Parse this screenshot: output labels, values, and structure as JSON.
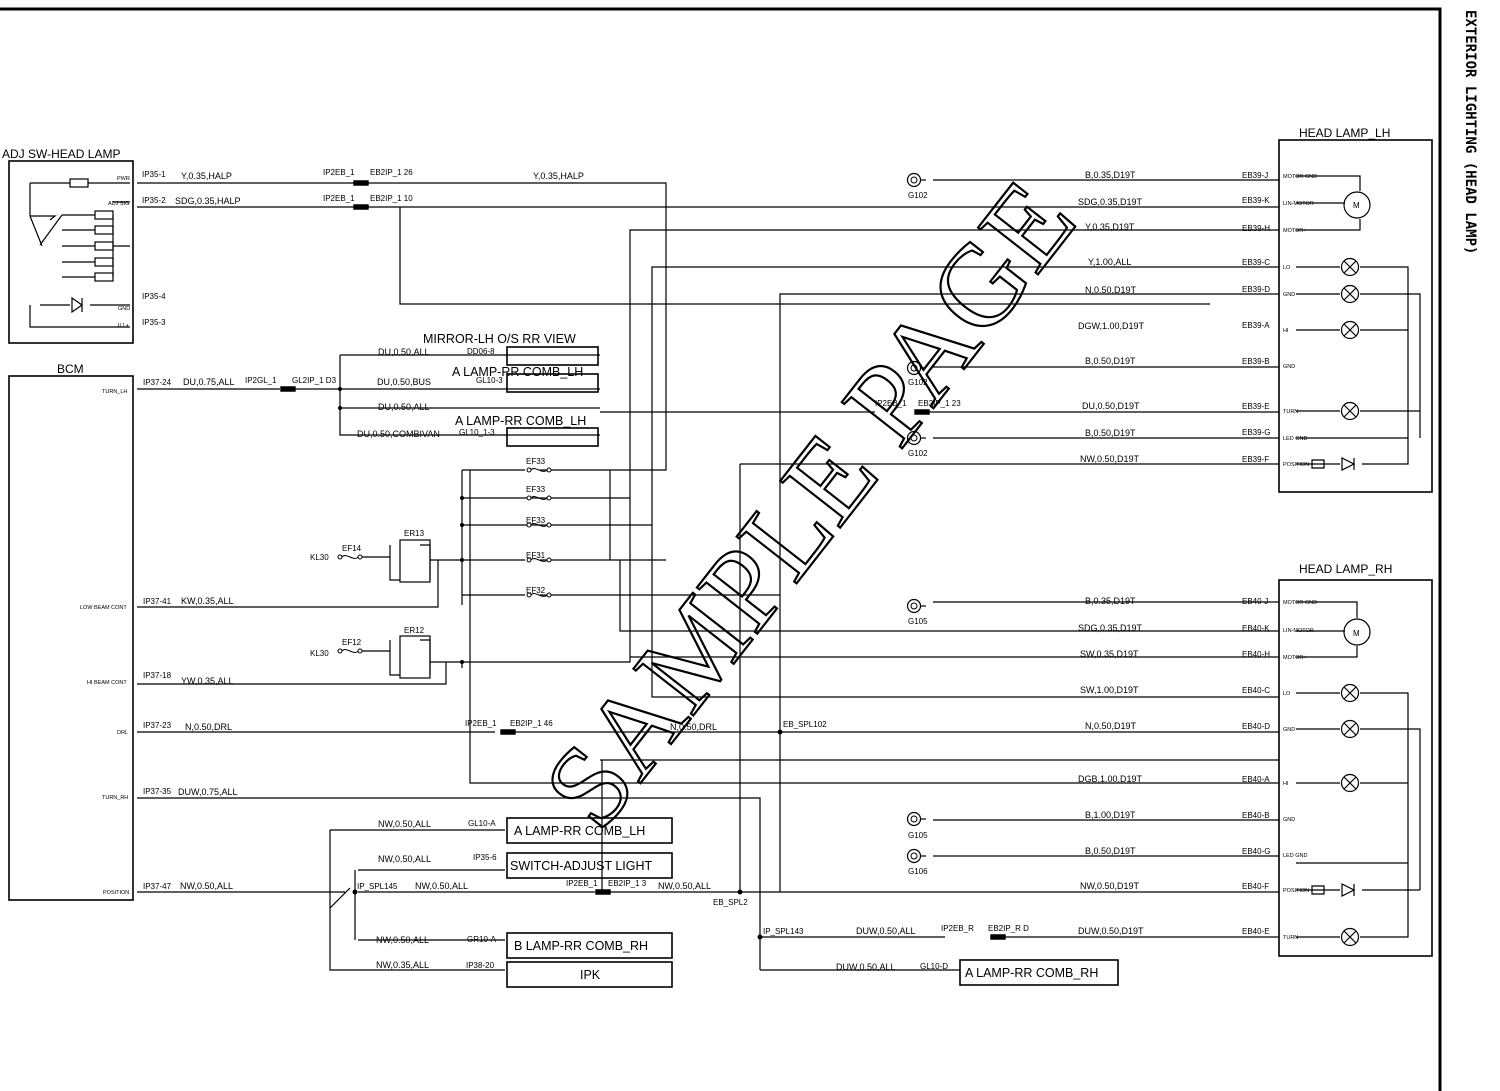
{
  "side_title": "EXTERIOR LIGHTING (HEAD LAMP)",
  "watermark": "SAMPLE PAGE",
  "components": {
    "adj_sw": {
      "title": "ADJ SW-HEAD LAMP",
      "pins": [
        "PWR",
        "ADJ SIG",
        "GND",
        "ILL+"
      ],
      "connectors": [
        "IP35-1",
        "IP35-2",
        "IP35-4",
        "IP35-3"
      ]
    },
    "bcm": {
      "title": "BCM",
      "pins": [
        "TURN_LH",
        "LOW BEAM CONT",
        "HI BEAM CONT",
        "DRL",
        "TURN_RH",
        "POSITION"
      ],
      "connectors": [
        "IP37-24",
        "IP37-41",
        "IP37-18",
        "IP37-23",
        "IP37-35",
        "IP37-47"
      ]
    },
    "head_lh": {
      "title": "HEAD LAMP_LH",
      "pins": [
        "MOTOR GND",
        "LIN-MOTOR",
        "MOTOR+",
        "LO",
        "GND",
        "HI",
        "GND",
        "TURN",
        "LED GND",
        "POSITION"
      ],
      "connectors": [
        "EB39-J",
        "EB39-K",
        "EB39-H",
        "EB39-C",
        "EB39-D",
        "EB39-A",
        "EB39-B",
        "EB39-E",
        "EB39-G",
        "EB39-F"
      ]
    },
    "head_rh": {
      "title": "HEAD LAMP_RH",
      "pins": [
        "MOTOR GND",
        "LIN-MOTOR",
        "MOTOR+",
        "LO",
        "GND",
        "HI",
        "GND",
        "LED GND",
        "POSITION",
        "TURN"
      ],
      "connectors": [
        "EB40-J",
        "EB40-K",
        "EB40-H",
        "EB40-C",
        "EB40-D",
        "EB40-A",
        "EB40-B",
        "EB40-G",
        "EB40-F",
        "EB40-E"
      ]
    },
    "motor_symbol": "M"
  },
  "boxes": {
    "mirror_title": "MIRROR-LH O/S RR VIEW",
    "a_lamp_title_1": "A LAMP-RR COMB_LH",
    "a_lamp_title_2": "A LAMP-RR COMB_LH",
    "a_lamp_box": "A LAMP-RR COMB_LH",
    "switch_adjust": "SWITCH-ADJUST LIGHT",
    "b_lamp": "B LAMP-RR COMB_RH",
    "ipk": "IPK",
    "a_lamp_rh": "A LAMP-RR COMB_RH"
  },
  "wires": {
    "adj_pwr": "Y,0.35,HALP",
    "adj_pwr_2": "Y,0.35,HALP",
    "adj_sig": "SDG,0.35,HALP",
    "turn_lh": "DU,0.75,ALL",
    "mirror": "DU,0.50,ALL",
    "alamp1": "DU,0.50,BUS",
    "alamp_all": "DU,0.50,ALL",
    "alamp2": "DU,0.50,COMBIVAN",
    "low_beam": "KW,0.35,ALL",
    "hi_beam": "YW,0.35,ALL",
    "drl": "N,0.50,DRL",
    "drl_2": "N,0.50,DRL",
    "turn_rh": "DUW,0.75,ALL",
    "pos": "NW,0.50,ALL",
    "pos_alamp": "NW,0.50,ALL",
    "pos_switch": "NW,0.50,ALL",
    "pos_mid": "NW,0.50,ALL",
    "pos_mid2": "NW,0.50,ALL",
    "pos_blamp": "NW,0.50,ALL",
    "pos_ipk": "NW,0.35,ALL",
    "turn_rh_2": "DUW,0.50,ALL",
    "turn_rh_3": "DUW,0.50,ALL",
    "lh": [
      "B,0.35,D19T",
      "SDG,0.35,D19T",
      "Y,0.35,D19T",
      "Y,1.00,ALL",
      "N,0.50,D19T",
      "DGW,1.00,D19T",
      "B,0.50,D19T",
      "DU,0.50,D19T",
      "B,0.50,D19T",
      "NW,0.50,D19T"
    ],
    "rh": [
      "B,0.35,D19T",
      "SDG,0.35,D19T",
      "SW,0.35,D19T",
      "SW,1.00,D19T",
      "N,0.50,D19T",
      "DGB,1.00,D19T",
      "B,1.00,D19T",
      "B,0.50,D19T",
      "NW,0.50,D19T",
      "DUW,0.50,D19T"
    ]
  },
  "connectors": {
    "ip2eb_1a": "IP2EB_1",
    "eb2ip_26": "EB2IP_1 26",
    "ip2eb_1b": "IP2EB_1",
    "eb2ip_10": "EB2IP_1 10",
    "ip2gl_1": "IP2GL_1",
    "gl2ip_d3": "GL2IP_1 D3",
    "dd06": "DD06-8",
    "gl10_3": "GL10-3",
    "gl10_1_3": "GL10_1-3",
    "ip2eb_1c": "IP2EB_1",
    "eb2ip_23": "EB2IP_1 23",
    "ip2eb_1d": "IP2EB_1",
    "eb2ip_46": "EB2IP_1 46",
    "eb_spl102": "EB_SPL102",
    "gl10_a": "GL10-A",
    "ip35_6": "IP35-6",
    "ip_spl145": "IP_SPL145",
    "ip2eb_1e": "IP2EB_1",
    "eb2ip_13": "EB2IP_1 3",
    "eb_spl2": "EB_SPL2",
    "gr10_a": "GR10-A",
    "ip38_20": "IP38-20",
    "ip_spl143": "IP_SPL143",
    "ip2eb_r": "IP2EB_R",
    "eb2ip_rd": "EB2IP_R D",
    "gl10_d": "GL10-D"
  },
  "fuses": [
    "EF33",
    "EF33",
    "EF33",
    "EF31",
    "EF32"
  ],
  "relays": {
    "er13": "ER13",
    "er12": "ER12",
    "ef14": "EF14",
    "ef12": "EF12",
    "kl30_a": "KL30",
    "kl30_b": "KL30"
  },
  "grounds": [
    "G102",
    "G102",
    "G102",
    "G105",
    "G105",
    "G106"
  ]
}
